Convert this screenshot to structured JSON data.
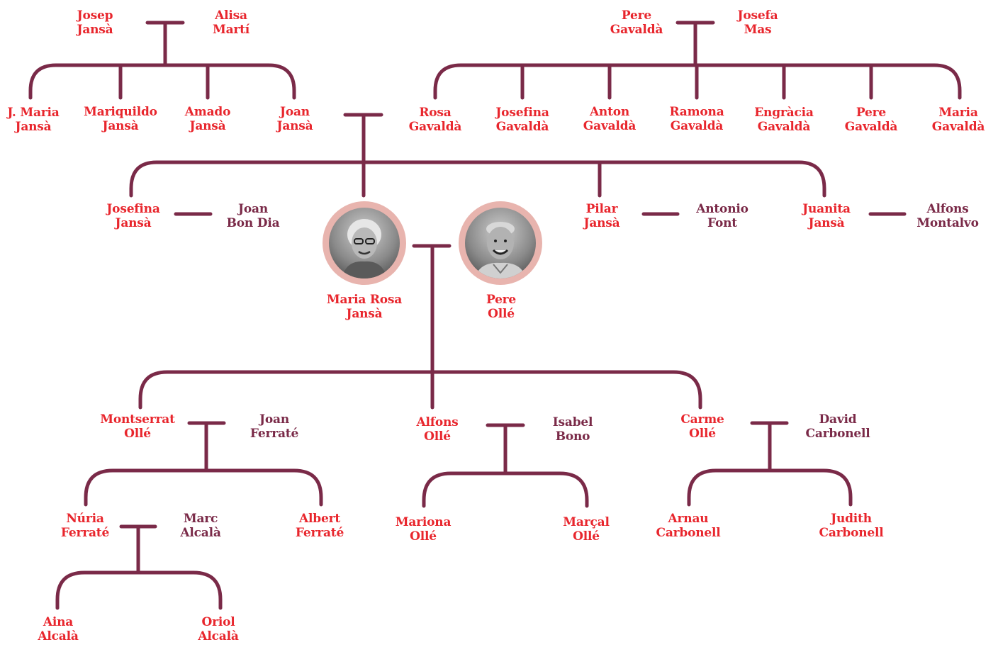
{
  "colors": {
    "line": "#7a2a48",
    "blood_relative": "#e8262d",
    "spouse": "#7a2a48",
    "photo_ring": "#e8b4ae"
  },
  "people": {
    "josep_jansa": {
      "first": "Josep",
      "last": "Jansà"
    },
    "alisa_marti": {
      "first": "Alisa",
      "last": "Martí"
    },
    "pere_gavalda_sr": {
      "first": "Pere",
      "last": "Gavaldà"
    },
    "josefa_mas": {
      "first": "Josefa",
      "last": "Mas"
    },
    "jmaria_jansa": {
      "first": "J. Maria",
      "last": "Jansà"
    },
    "mariquildo_jansa": {
      "first": "Mariquildo",
      "last": "Jansà"
    },
    "amado_jansa": {
      "first": "Amado",
      "last": "Jansà"
    },
    "joan_jansa": {
      "first": "Joan",
      "last": "Jansà"
    },
    "rosa_gavalda": {
      "first": "Rosa",
      "last": "Gavaldà"
    },
    "josefina_gavalda": {
      "first": "Josefina",
      "last": "Gavaldà"
    },
    "anton_gavalda": {
      "first": "Anton",
      "last": "Gavaldà"
    },
    "ramona_gavalda": {
      "first": "Ramona",
      "last": "Gavaldà"
    },
    "engracia_gavalda": {
      "first": "Engràcia",
      "last": "Gavaldà"
    },
    "pere_gavalda_jr": {
      "first": "Pere",
      "last": "Gavaldà"
    },
    "maria_gavalda": {
      "first": "Maria",
      "last": "Gavaldà"
    },
    "josefina_jansa": {
      "first": "Josefina",
      "last": "Jansà"
    },
    "joan_bon_dia": {
      "first": "Joan",
      "last": "Bon Dia"
    },
    "maria_rosa_jansa": {
      "first": "Maria Rosa",
      "last": "Jansà"
    },
    "pere_olle": {
      "first": "Pere",
      "last": "Ollé"
    },
    "pilar_jansa": {
      "first": "Pilar",
      "last": "Jansà"
    },
    "antonio_font": {
      "first": "Antonio",
      "last": "Font"
    },
    "juanita_jansa": {
      "first": "Juanita",
      "last": "Jansà"
    },
    "alfons_montalvo": {
      "first": "Alfons",
      "last": "Montalvo"
    },
    "montserrat_olle": {
      "first": "Montserrat",
      "last": "Ollé"
    },
    "joan_ferrate": {
      "first": "Joan",
      "last": "Ferraté"
    },
    "alfons_olle": {
      "first": "Alfons",
      "last": "Ollé"
    },
    "isabel_bono": {
      "first": "Isabel",
      "last": "Bono"
    },
    "carme_olle": {
      "first": "Carme",
      "last": "Ollé"
    },
    "david_carbonell": {
      "first": "David",
      "last": "Carbonell"
    },
    "nuria_ferrate": {
      "first": "Núria",
      "last": "Ferraté"
    },
    "marc_alcala": {
      "first": "Marc",
      "last": "Alcalà"
    },
    "albert_ferrate": {
      "first": "Albert",
      "last": "Ferraté"
    },
    "mariona_olle": {
      "first": "Mariona",
      "last": "Ollé"
    },
    "marcal_olle": {
      "first": "Marçal",
      "last": "Ollé"
    },
    "arnau_carbonell": {
      "first": "Arnau",
      "last": "Carbonell"
    },
    "judith_carbonell": {
      "first": "Judith",
      "last": "Carbonell"
    },
    "aina_alcala": {
      "first": "Aina",
      "last": "Alcalà"
    },
    "oriol_alcala": {
      "first": "Oriol",
      "last": "Alcalà"
    }
  }
}
